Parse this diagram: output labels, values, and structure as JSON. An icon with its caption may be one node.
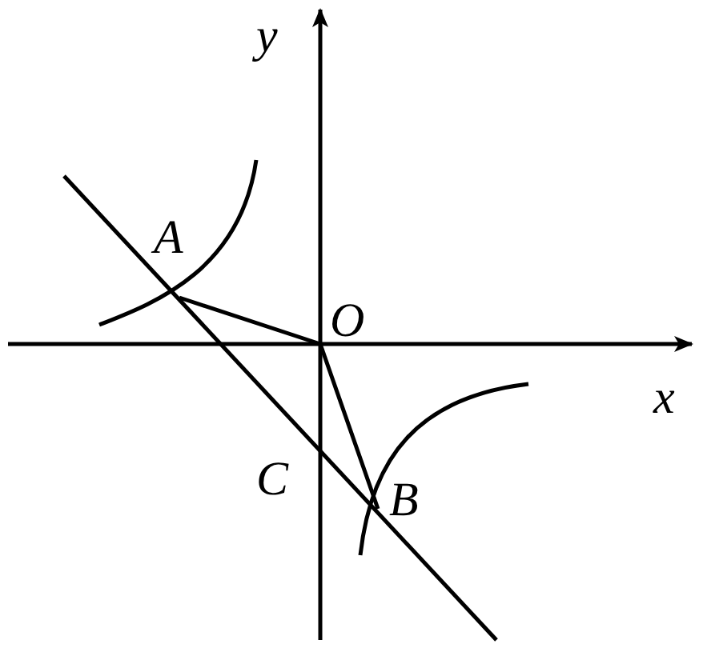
{
  "diagram": {
    "labels": [
      "y",
      "A",
      "O",
      "x",
      "C",
      "B"
    ]
  }
}
